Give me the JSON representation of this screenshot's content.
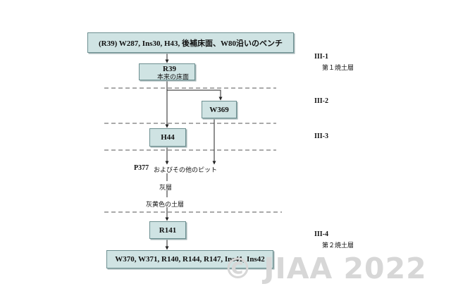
{
  "boxes": {
    "top": "(R39) W287, Ins30, H43, 後補床面、W80沿いのベンチ",
    "r39": "R39",
    "r39_note": "本来の床面",
    "w369": "W369",
    "h44": "H44",
    "r141": "R141",
    "bottom": "W370, W371, R140, R144, R147, Ins41, Ins42"
  },
  "labels": {
    "p377": "P377",
    "p377_note": "およびその他のピット",
    "ash": "灰層",
    "ash_yellow": "灰黄色の土層"
  },
  "phases": {
    "iii1": "III-1",
    "iii1_sub": "第１焼土層",
    "iii2": "III-2",
    "iii3": "III-3",
    "iii4": "III-4",
    "iii4_sub": "第２焼土層"
  },
  "watermark": "© JIAA 2022"
}
